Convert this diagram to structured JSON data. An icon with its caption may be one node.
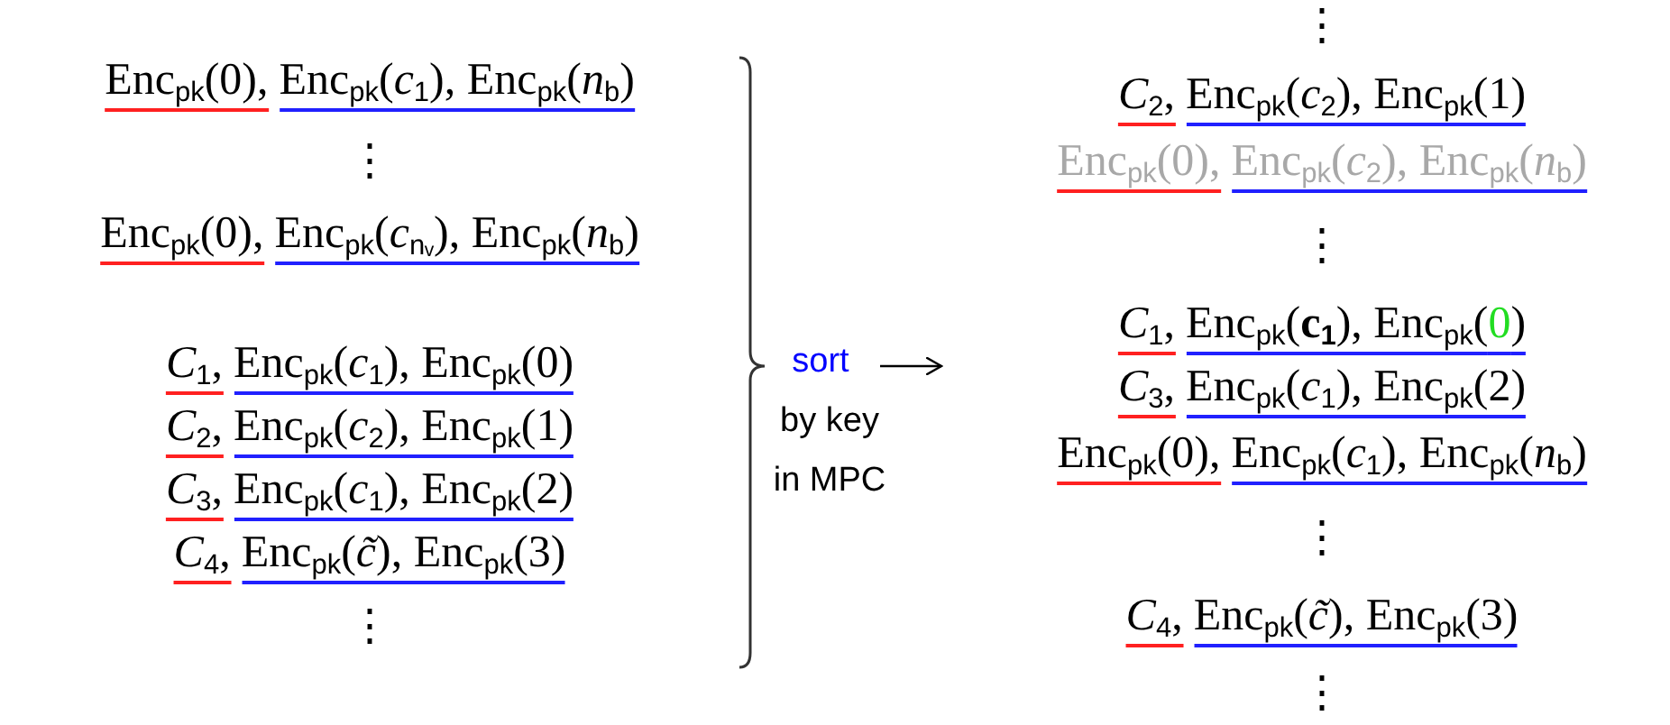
{
  "diagram": {
    "labels": [
      "Enc$_{pk}$(0),",
      "Enc$_{pk}$(*c*$_{1}$), Enc$_{pk}$(*n*$_{b}$)",
      "⋮",
      "Enc$_{pk}$(0),",
      "Enc$_{pk}$(*c*$_{nᵥ}$), Enc$_{pk}$(*n*$_{b}$)",
      "*C*$_{1}$,",
      "Enc$_{pk}$(*c*$_{1}$), Enc$_{pk}$(0)",
      "*C*$_{2}$,",
      "Enc$_{pk}$(*c*$_{2}$), Enc$_{pk}$(1)",
      "*C*$_{3}$,",
      "Enc$_{pk}$(*c*$_{1}$), Enc$_{pk}$(2)",
      "*C*$_{4}$,",
      "Enc$_{pk}$(*c̃*), Enc$_{pk}$(3)",
      "⋮",
      "sort",
      "by key",
      "in MPC",
      "⋮",
      "*C*$_{2}$,",
      "Enc$_{pk}$(*c*$_{2}$), Enc$_{pk}$(1)",
      "Enc$_{pk}$(0),",
      "Enc$_{pk}$(*c*$_{2}$), Enc$_{pk}$(*n*$_{b}$)",
      "⋮",
      "*C*$_{1}$,",
      "Enc$_{pk}$(**c**$_{1}$), Enc$_{pk}$(",
      "0",
      ")",
      "*C*$_{3}$,",
      "Enc$_{pk}$(*c*$_{1}$), Enc$_{pk}$(2)",
      "Enc$_{pk}$(0),",
      "Enc$_{pk}$(*c*$_{1}$), Enc$_{pk}$(*n*$_{b}$)",
      "⋮",
      "*C*$_{4}$,",
      "Enc$_{pk}$(*c̃*), Enc$_{pk}$(3)",
      "⋮"
    ]
  }
}
